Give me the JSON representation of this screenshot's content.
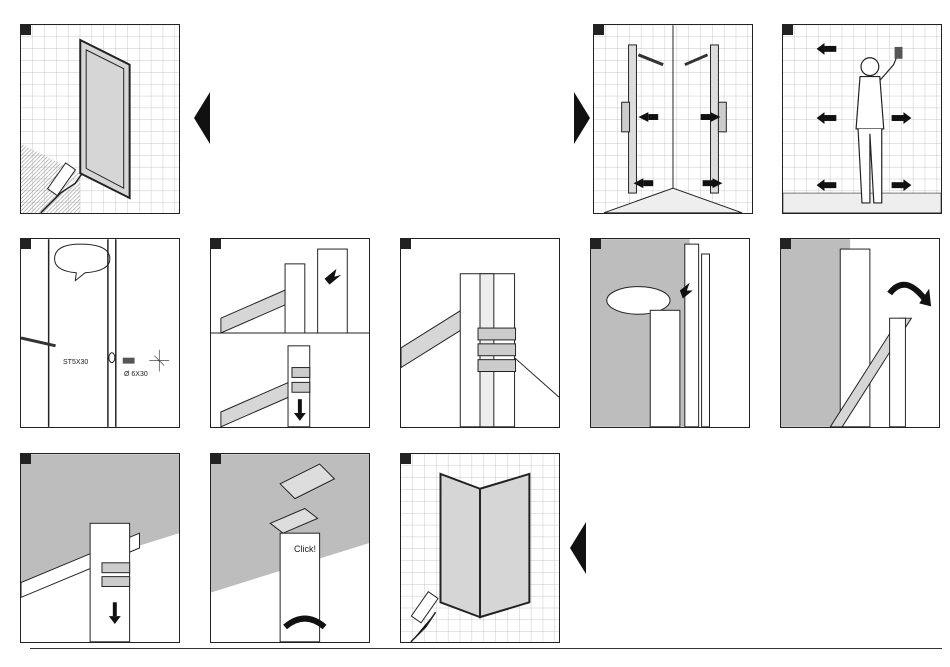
{
  "labels": {
    "screw": "ST5X30",
    "plug": "Ø 6X30",
    "click": "Click!"
  },
  "colors": {
    "line": "#222222",
    "tile": "#b5b5b5",
    "glass": "#d6d6d6",
    "glass_dark": "#bdbdbd",
    "arrow": "#111111"
  }
}
